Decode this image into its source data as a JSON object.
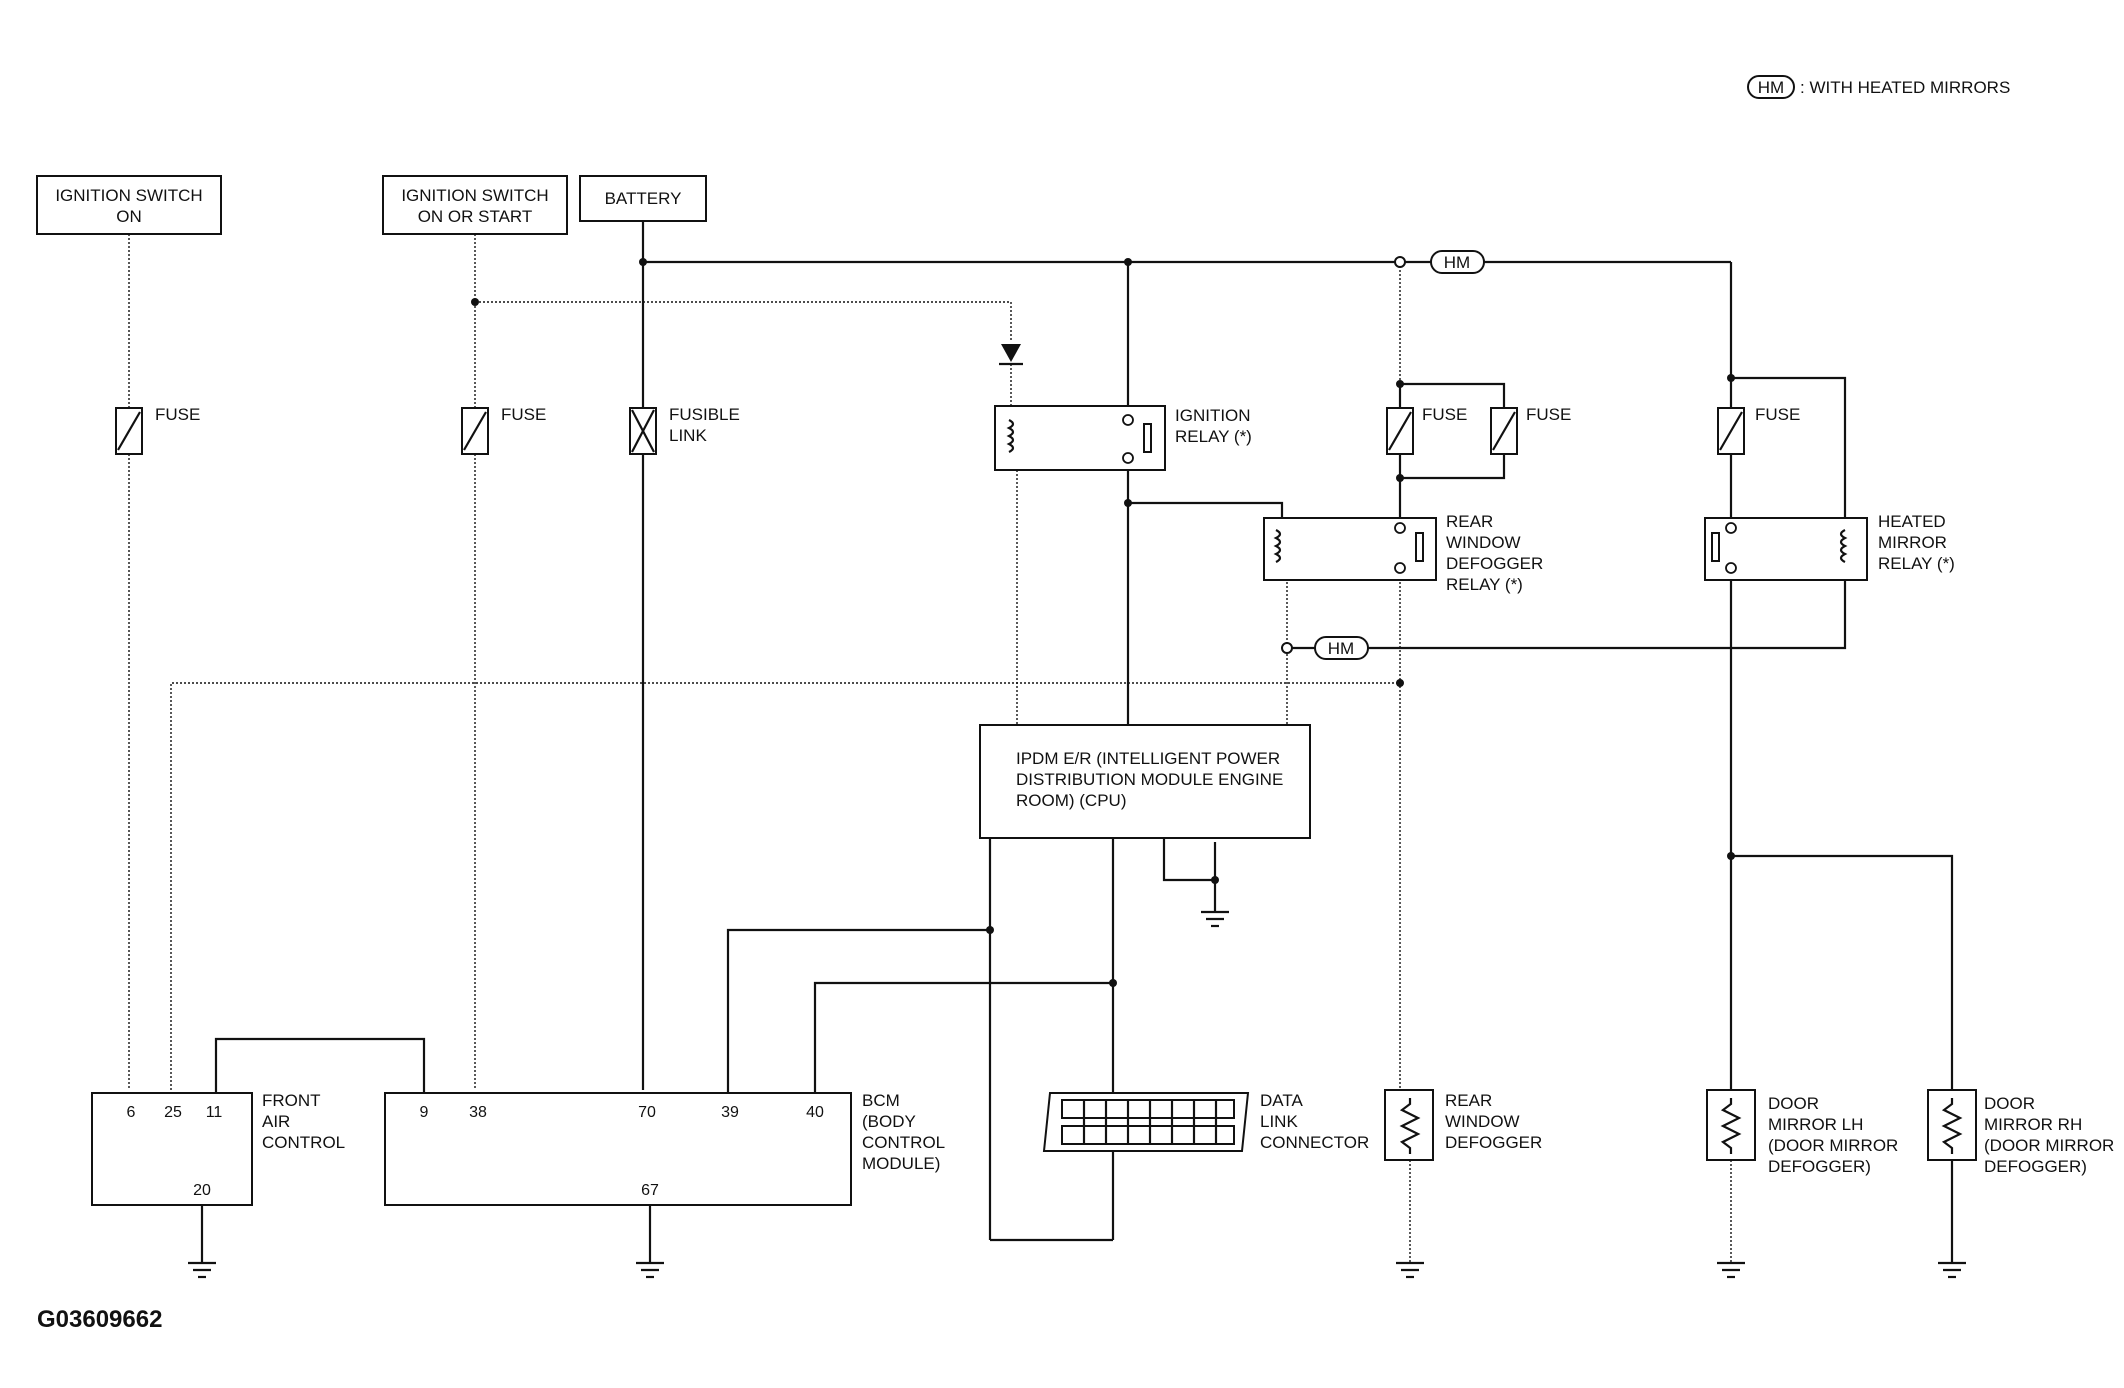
{
  "legend": {
    "badge": "HM",
    "text": ": WITH HEATED MIRRORS"
  },
  "sources": {
    "ignition_on": [
      "IGNITION SWITCH",
      "ON"
    ],
    "ignition_on_start": [
      "IGNITION SWITCH",
      "ON OR START"
    ],
    "battery": "BATTERY"
  },
  "labels": {
    "fuse": "FUSE",
    "fusible_link": [
      "FUSIBLE",
      "LINK"
    ],
    "ignition_relay": [
      "IGNITION",
      "RELAY (*)"
    ],
    "rear_window_defogger_relay": [
      "REAR",
      "WINDOW",
      "DEFOGGER",
      "RELAY (*)"
    ],
    "heated_mirror_relay": [
      "HEATED",
      "MIRROR",
      "RELAY (*)"
    ],
    "hm_badge": "HM",
    "ipdm": [
      "IPDM E/R (INTELLIGENT POWER",
      "DISTRIBUTION MODULE ENGINE",
      "ROOM) (CPU)"
    ],
    "front_air_control": [
      "FRONT",
      "AIR",
      "CONTROL"
    ],
    "bcm": [
      "BCM",
      "(BODY",
      "CONTROL",
      "MODULE)"
    ],
    "data_link_connector": [
      "DATA",
      "LINK",
      "CONNECTOR"
    ],
    "rear_window_defogger": [
      "REAR",
      "WINDOW",
      "DEFOGGER"
    ],
    "door_mirror_lh": [
      "DOOR",
      "MIRROR LH",
      "(DOOR MIRROR",
      "DEFOGGER)"
    ],
    "door_mirror_rh": [
      "DOOR",
      "MIRROR RH",
      "(DOOR MIRROR",
      "DEFOGGER)"
    ]
  },
  "pins": {
    "front_air_control": [
      "6",
      "25",
      "11",
      "20"
    ],
    "bcm": [
      "9",
      "38",
      "70",
      "39",
      "40",
      "67"
    ]
  },
  "figure_code": "G03609662"
}
